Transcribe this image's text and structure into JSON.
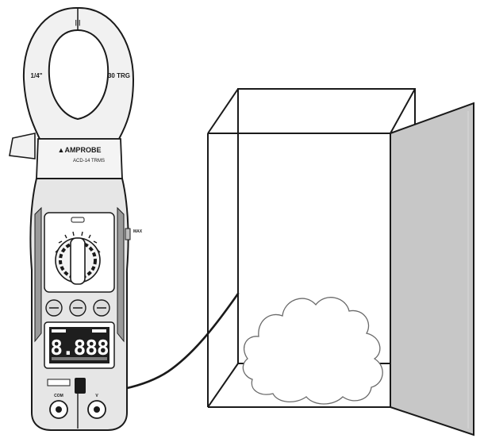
{
  "meter": {
    "brand": "▲AMPROBE",
    "model": "ACD-14 TRMS",
    "jaw_top_label": "|||",
    "jaw_left_label": "1/4\"",
    "jaw_right_label": "30 TRG",
    "lcd_reading": "8.888",
    "side_label": "MAX",
    "port_label_left": "COM",
    "port_label_right": "V"
  },
  "colors": {
    "line": "#1a1a1a",
    "door_fill": "#c7c7c7",
    "meter_body": "#e6e6e6",
    "lcd_fill": "#1e1e1e",
    "background": "#ffffff"
  },
  "icons": [
    "clamp-meter-icon",
    "enclosure-cabinet-icon",
    "smoke-cloud-icon",
    "test-lead-icon"
  ]
}
